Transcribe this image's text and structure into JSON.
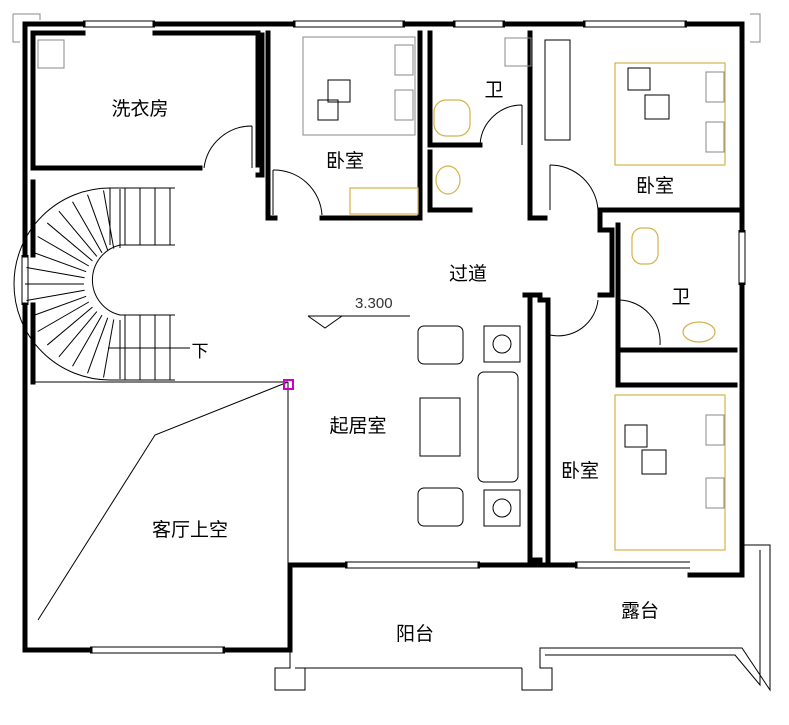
{
  "title": "二层平面图",
  "elevation": "3.300",
  "stair_direction": "下",
  "rooms": {
    "laundry": "洗衣房",
    "bedroom_top_middle": "卧室",
    "bath_top": "卫",
    "bedroom_top_right": "卧室",
    "corridor": "过道",
    "bath_right": "卫",
    "living": "起居室",
    "bedroom_right": "卧室",
    "void": "客厅上空",
    "balcony": "阳台",
    "terrace": "露台"
  },
  "colors": {
    "wall": "#000000",
    "fixture": "#d4b24a",
    "marker": "#cc00cc"
  }
}
